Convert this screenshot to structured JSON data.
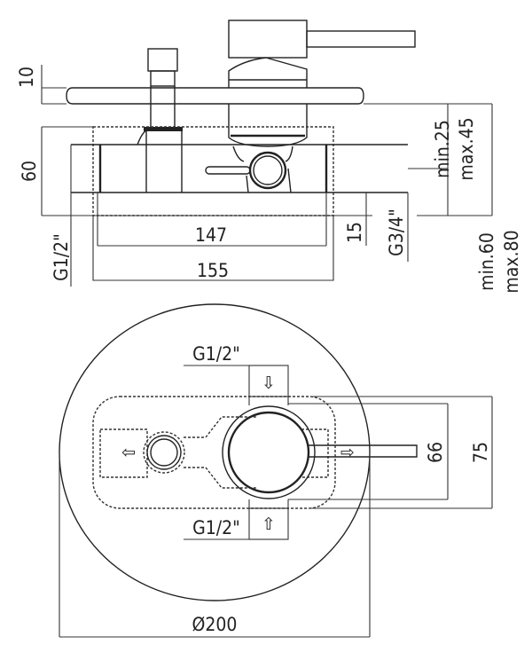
{
  "side_view": {
    "dim_plate_thickness": "10",
    "dim_body_height": "60",
    "dim_inner_width": "147",
    "dim_outer_width": "155",
    "dim_offset": "15",
    "inlet_thread": "G1/2\"",
    "outlet_thread": "G3/4\"",
    "depth_min_1": "min.25",
    "depth_max_1": "max.45",
    "depth_min_2": "min.60",
    "depth_max_2": "max.80"
  },
  "front_view": {
    "inlet_top_thread": "G1/2\"",
    "inlet_bottom_thread": "G1/2\"",
    "dim_inner_height": "66",
    "dim_outer_height": "75",
    "dim_diameter": "Ø200"
  }
}
